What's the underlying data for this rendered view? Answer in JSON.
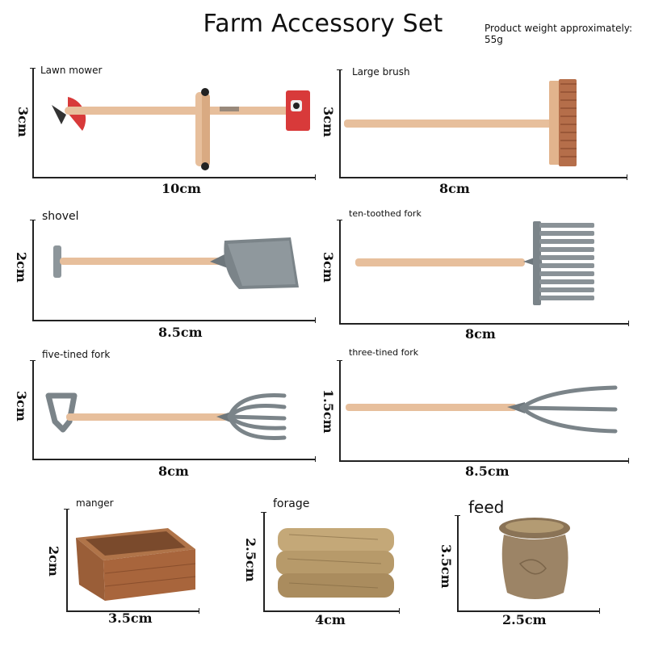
{
  "title": "Farm Accessory Set",
  "weight_note": "Product weight approximately: 55g",
  "items": [
    {
      "name": "Lawn mower",
      "width": "10cm",
      "height": "3cm"
    },
    {
      "name": "Large brush",
      "width": "8cm",
      "height": "3cm"
    },
    {
      "name": "shovel",
      "width": "8.5cm",
      "height": "2cm"
    },
    {
      "name": "ten-toothed fork",
      "width": "8cm",
      "height": "3cm"
    },
    {
      "name": "five-tined fork",
      "width": "8cm",
      "height": "3cm"
    },
    {
      "name": "three-tined fork",
      "width": "8.5cm",
      "height": "1.5cm"
    },
    {
      "name": "manger",
      "width": "3.5cm",
      "height": "2cm"
    },
    {
      "name": "forage",
      "width": "4cm",
      "height": "2.5cm"
    },
    {
      "name": "feed",
      "width": "2.5cm",
      "height": "3.5cm"
    }
  ],
  "colors": {
    "handle": "#e7bf9c",
    "metal": "#7b8489",
    "red": "#d83a3a",
    "wood": "#a8653c",
    "hay": "#b79a6a",
    "sack": "#9c8466"
  }
}
